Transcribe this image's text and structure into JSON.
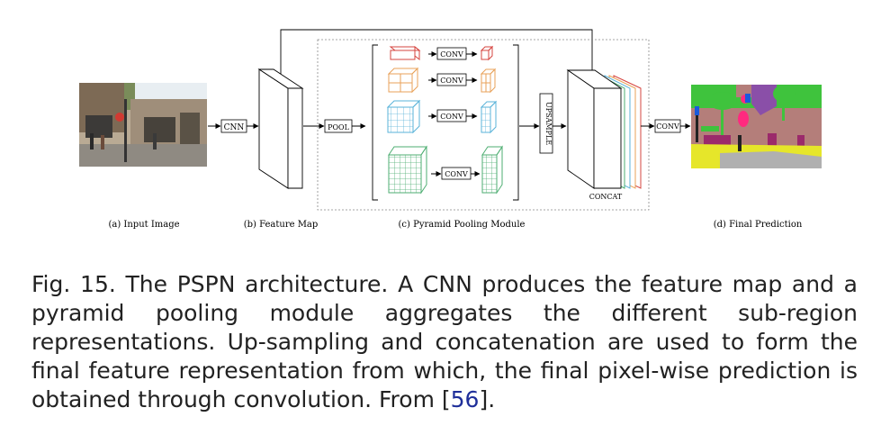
{
  "figure": {
    "labels": {
      "a": "(a) Input Image",
      "b": "(b) Feature Map",
      "c": "(c) Pyramid Pooling Module",
      "d": "(d) Final Prediction"
    },
    "boxes": {
      "cnn": "CNN",
      "pool": "POOL",
      "conv": "CONV",
      "upsample": "UPSAMPLE",
      "concat": "CONCAT",
      "final_conv": "CONV"
    },
    "colors": {
      "level1": "#d6443f",
      "level2": "#e8a25a",
      "level3": "#5ab3d9",
      "level4": "#4eae72",
      "concat_lines": [
        "#4eae72",
        "#5ab3d9",
        "#e8a25a",
        "#d6443f"
      ]
    }
  },
  "caption": {
    "text": "Fig. 15. The PSPN architecture. A CNN produces the feature map and a pyramid pooling module aggregates the different sub-region representations. Up-sampling and concatenation are used to form the final feature representation from which, the final pixel-wise prediction is obtained through convolution. From [",
    "ref": "56",
    "end": "]."
  }
}
